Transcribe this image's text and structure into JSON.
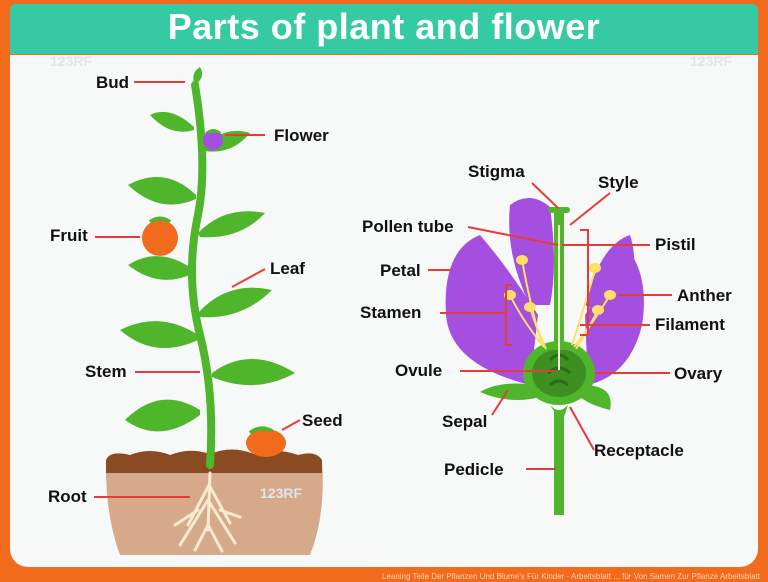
{
  "title": "Parts of plant and flower",
  "plant_labels": {
    "bud": "Bud",
    "flower": "Flower",
    "fruit": "Fruit",
    "leaf": "Leaf",
    "stem": "Stem",
    "seed": "Seed",
    "root": "Root"
  },
  "flower_labels": {
    "stigma": "Stigma",
    "style": "Style",
    "pollen_tube": "Pollen tube",
    "pistil": "Pistil",
    "petal": "Petal",
    "anther": "Anther",
    "stamen": "Stamen",
    "filament": "Filament",
    "ovule": "Ovule",
    "ovary": "Ovary",
    "sepal": "Sepal",
    "receptacle": "Receptacle",
    "pedicle": "Pedicle"
  },
  "watermark": "123RF",
  "caption": "Leaning Teile Der Pflanzen Und Blume's Für Kinder - Arbeitsblatt ... für Von Samen Zur Pflanze Arbeitsblatt",
  "colors": {
    "frame": "#f26a1b",
    "header": "#35c9a4",
    "leader_line": "#e63b3b",
    "leaf": "#4fb52b",
    "petal": "#a54fe0",
    "soil": "#d6a98a"
  }
}
